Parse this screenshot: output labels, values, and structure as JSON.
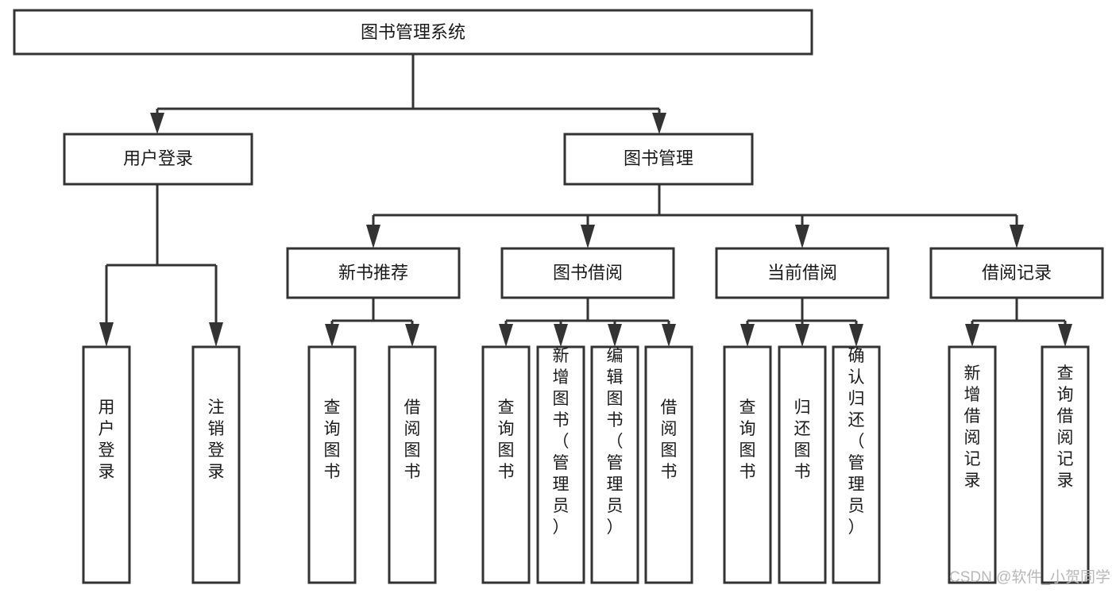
{
  "diagram": {
    "type": "tree",
    "title": "图书管理系统",
    "root": {
      "id": "root",
      "label": "图书管理系统"
    },
    "level2": [
      {
        "id": "user-login",
        "label": "用户登录"
      },
      {
        "id": "book-manage",
        "label": "图书管理"
      }
    ],
    "level3": [
      {
        "id": "new-book-recommend",
        "label": "新书推荐",
        "parent": "book-manage"
      },
      {
        "id": "book-borrow",
        "label": "图书借阅",
        "parent": "book-manage"
      },
      {
        "id": "current-borrow",
        "label": "当前借阅",
        "parent": "book-manage"
      },
      {
        "id": "borrow-record",
        "label": "借阅记录",
        "parent": "book-manage"
      }
    ],
    "leaves": {
      "user-login": [
        {
          "id": "leaf-user-login",
          "label": "用户登录"
        },
        {
          "id": "leaf-logout-login",
          "label": "注销登录"
        }
      ],
      "new-book-recommend": [
        {
          "id": "leaf-query-book-1",
          "label": "查询图书"
        },
        {
          "id": "leaf-borrow-book-1",
          "label": "借阅图书"
        }
      ],
      "book-borrow": [
        {
          "id": "leaf-query-book-2",
          "label": "查询图书"
        },
        {
          "id": "leaf-add-book",
          "label": "新增图书（管理员）"
        },
        {
          "id": "leaf-edit-book",
          "label": "编辑图书（管理员）"
        },
        {
          "id": "leaf-borrow-book-2",
          "label": "借阅图书"
        }
      ],
      "current-borrow": [
        {
          "id": "leaf-query-book-3",
          "label": "查询图书"
        },
        {
          "id": "leaf-return-book",
          "label": "归还图书"
        },
        {
          "id": "leaf-confirm-return",
          "label": "确认归还（管理员）"
        }
      ],
      "borrow-record": [
        {
          "id": "leaf-add-record",
          "label": "新增借阅记录"
        },
        {
          "id": "leaf-query-record",
          "label": "查询借阅记录"
        }
      ]
    },
    "colors": {
      "stroke": "#333333",
      "fill": "#ffffff",
      "text": "#1a1a1a",
      "watermark": "#b8b8b8"
    }
  },
  "watermark": {
    "text": "CSDN @软件_小贺同学"
  }
}
